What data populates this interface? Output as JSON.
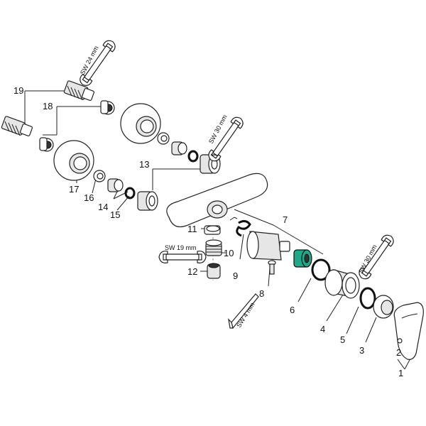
{
  "callouts": [
    "1",
    "2",
    "3",
    "4",
    "5",
    "6",
    "7",
    "8",
    "9",
    "10",
    "11",
    "12",
    "13",
    "14",
    "15",
    "16",
    "17",
    "18",
    "19"
  ],
  "tools": {
    "sw24": "SW 24 mm",
    "sw30a": "SW 30 mm",
    "sw30b": "SW 30 mm",
    "sw19": "SW 19 mm",
    "sw4": "SW 4 mm"
  },
  "colors": {
    "highlight_part": "#1fa88a",
    "line": "#222222"
  }
}
